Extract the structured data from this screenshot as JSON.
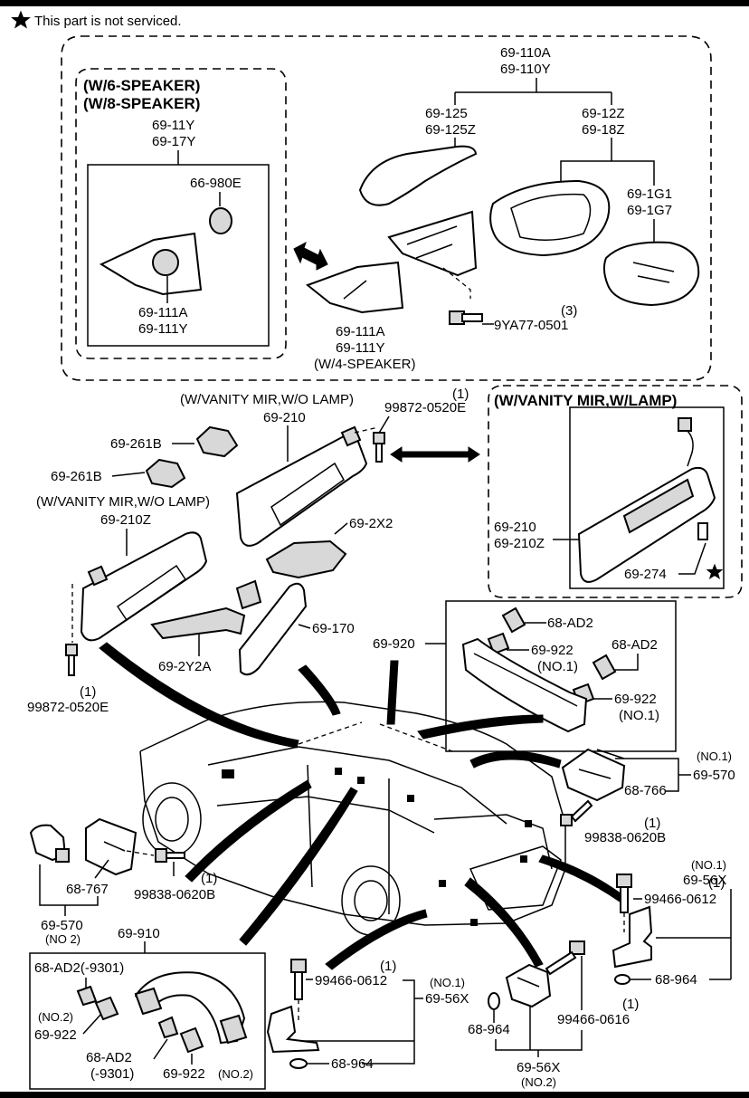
{
  "note": {
    "icon": "star-icon",
    "text": "This part is not serviced."
  },
  "labels": {
    "mirror_assy_a": "69-110A",
    "mirror_assy_y": "69-110Y",
    "cover_a": "69-125",
    "cover_z": "69-125Z",
    "motor_a": "69-12Z",
    "motor_b": "69-18Z",
    "glass_a": "69-1G1",
    "glass_b": "69-1G7",
    "speaker_variant_6": "(W/6-SPEAKER)",
    "speaker_variant_8": "(W/8-SPEAKER)",
    "garnish_a": "69-11Y",
    "garnish_b": "69-17Y",
    "tweeter": "66-980E",
    "inner_a": "69-111A",
    "inner_y": "69-111Y",
    "inner2_a": "69-111A",
    "inner2_y": "69-111Y",
    "speaker_variant_4": "(W/4-SPEAKER)",
    "bolt_qty": "(3)",
    "bolt": "9YA77-0501",
    "visor_variant_a": "(W/VANITY MIR,W/O LAMP)",
    "visor_a": "69-210",
    "screw_qty_a": "(1)",
    "screw_a": "99872-0520E",
    "holder_a": "69-261B",
    "holder_b": "69-261B",
    "visor_variant_b": "(W/VANITY MIR,W/O LAMP)",
    "visor_z": "69-210Z",
    "mount_cover": "69-2X2",
    "grip_trim": "69-2Y2A",
    "rearview": "69-170",
    "screw_b": "99872-0520E",
    "screw_qty_b": "(1)",
    "visor_variant_c": "(W/VANITY MIR,W/LAMP)",
    "visor_c": "69-210",
    "visor_cz": "69-210Z",
    "bulb": "69-274",
    "grip_assy": "69-920",
    "clip_a": "68-AD2",
    "clip_b": "68-AD2",
    "cap_a": "69-922",
    "cap_a_note": "(NO.1)",
    "cap_b": "69-922",
    "cap_b_note": "(NO.1)",
    "hook_note": "(NO.1)",
    "hook": "69-570",
    "lamp": "68-766",
    "screw_qty_c": "(1)",
    "screw_c": "99838-0620B",
    "lamp2": "68-767",
    "screw_d": "99838-0620B",
    "screw_qty_d": "(1)",
    "hook2": "69-570",
    "hook2_note": "(NO 2)",
    "grip2": "69-910",
    "clip_c": "68-AD2(-9301)",
    "cap_c_note": "(NO.2)",
    "cap_c": "69-922",
    "clip_d": "68-AD2",
    "clip_d_note": "(-9301)",
    "cap_d": "69-922",
    "cap_d_note": "(NO.2)",
    "bracket_note_a": "(NO.1)",
    "bracket_a": "69-56X",
    "bolt_qty_a": "(1)",
    "bolt_a": "99466-0612",
    "washer_a": "68-964",
    "bolt_qty_b": "(1)",
    "bolt_b": "99466-0612",
    "bracket_note_b": "(NO.1)",
    "bracket_b": "69-56X",
    "washer_b": "68-964",
    "washer_c": "68-964",
    "bolt_qty_c": "(1)",
    "bolt_c": "99466-0616",
    "bracket_c": "69-56X",
    "bracket_note_c": "(NO.2)"
  },
  "colors": {
    "ink": "#000000",
    "paper": "#ffffff",
    "shade": "#d8d8d8"
  }
}
